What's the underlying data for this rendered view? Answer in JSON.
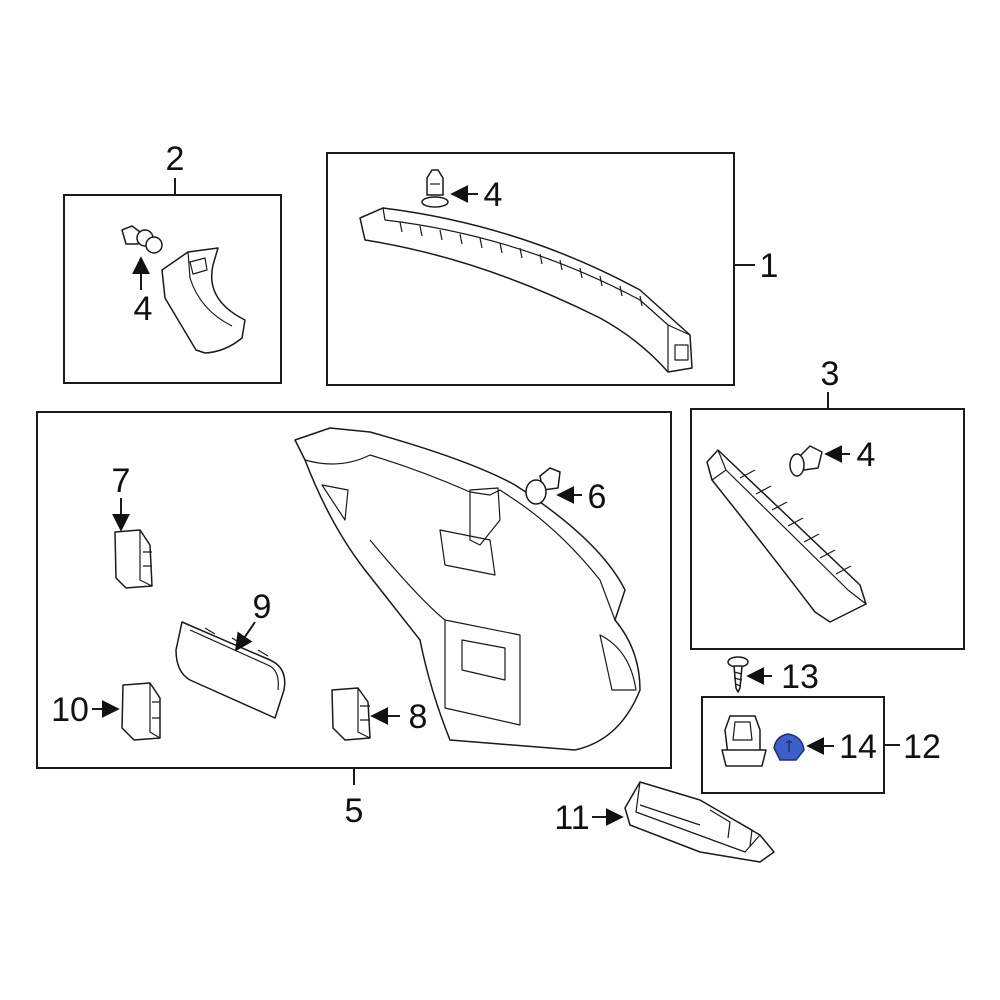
{
  "callouts": {
    "c1": "1",
    "c2": "2",
    "c3": "3",
    "c4a": "4",
    "c4b": "4",
    "c4c": "4",
    "c5": "5",
    "c6": "6",
    "c7": "7",
    "c8": "8",
    "c9": "9",
    "c10": "10",
    "c11": "11",
    "c12": "12",
    "c13": "13",
    "c14": "14"
  },
  "colors": {
    "line": "#1a1a1a",
    "text": "#111111",
    "highlight_fill": "#3f5fc8",
    "highlight_stroke": "#1c2f7a"
  },
  "icons": {
    "part_14": "push-pin-clip-highlighted"
  }
}
